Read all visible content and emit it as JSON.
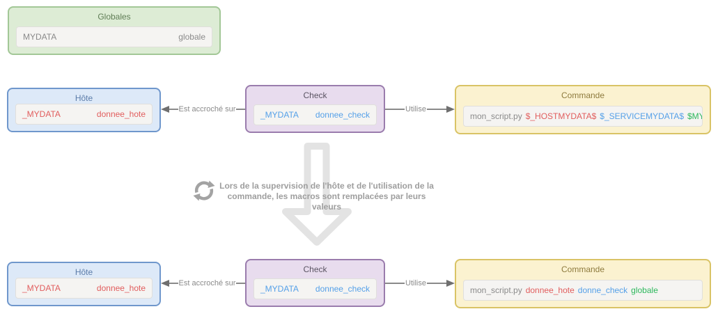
{
  "globals_box": {
    "title": "Globales",
    "macro_name": "MYDATA",
    "macro_value": "globale"
  },
  "rows": {
    "before": {
      "host": {
        "title": "Hôte",
        "macro_name": "_MYDATA",
        "macro_value": "donnee_hote"
      },
      "check": {
        "title": "Check",
        "macro_name": "_MYDATA",
        "macro_value": "donnee_check"
      },
      "command": {
        "title": "Commande",
        "tokens": [
          {
            "text": "mon_script.py",
            "color": "#8a8a8a"
          },
          {
            "text": "$_HOSTMYDATA$",
            "color": "#e15d5d"
          },
          {
            "text": "$_SERVICEMYDATA$",
            "color": "#55a0e8"
          },
          {
            "text": "$MYDATA$",
            "color": "#2db85c"
          }
        ]
      },
      "edges": {
        "host_link": "Est accroché sur",
        "command_link": "Utilise"
      }
    },
    "after": {
      "host": {
        "title": "Hôte",
        "macro_name": "_MYDATA",
        "macro_value": "donnee_hote"
      },
      "check": {
        "title": "Check",
        "macro_name": "_MYDATA",
        "macro_value": "donnee_check"
      },
      "command": {
        "title": "Commande",
        "tokens": [
          {
            "text": "mon_script.py",
            "color": "#8a8a8a"
          },
          {
            "text": "donnee_hote",
            "color": "#e15d5d"
          },
          {
            "text": "donne_check",
            "color": "#55a0e8"
          },
          {
            "text": "globale",
            "color": "#2db85c"
          }
        ]
      },
      "edges": {
        "host_link": "Est accroché sur",
        "command_link": "Utilise"
      }
    }
  },
  "transition": {
    "line1": "Lors de la supervision de l'hôte et de l'utilisation de la",
    "line2": "commande, les macros sont remplacées par leurs valeurs"
  },
  "palette": {
    "green_border": "#a2c796",
    "green_bg": "#ddecd5",
    "green_title": "#5f7d55",
    "blue_border": "#6f97cc",
    "blue_bg": "#dde9f8",
    "blue_title": "#5b7ca9",
    "purple_border": "#9a7cad",
    "purple_bg": "#e8dcee",
    "purple_title": "#5a5462",
    "yellow_border": "#d9c365",
    "yellow_bg": "#fbf2d0",
    "yellow_title": "#8e7b3e",
    "macro_red": "#e15d5d",
    "macro_blue": "#55a0e8",
    "macro_green": "#2db85c",
    "macro_gray": "#8a8a8a",
    "edge_gray": "#8a8a8a",
    "big_arrow_gray": "#e3e3e3"
  }
}
